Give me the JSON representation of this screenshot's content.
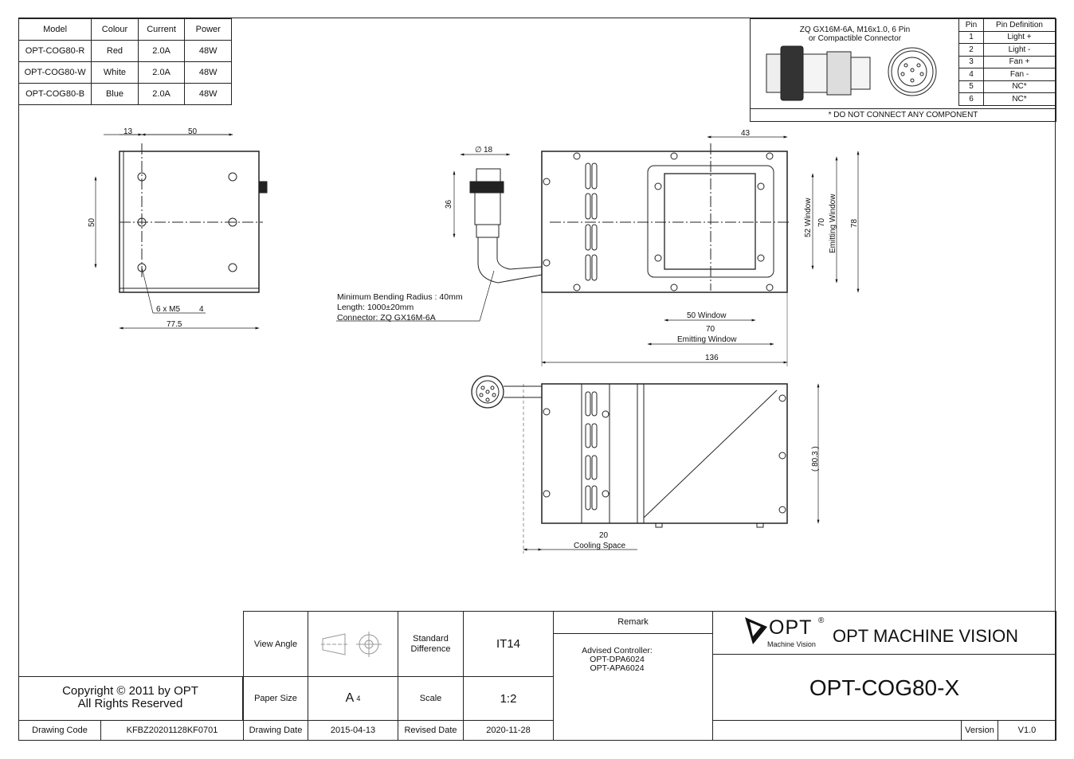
{
  "spec_table": {
    "headers": [
      "Model",
      "Colour",
      "Current",
      "Power"
    ],
    "rows": [
      [
        "OPT-COG80-R",
        "Red",
        "2.0A",
        "48W"
      ],
      [
        "OPT-COG80-W",
        "White",
        "2.0A",
        "48W"
      ],
      [
        "OPT-COG80-B",
        "Blue",
        "2.0A",
        "48W"
      ]
    ]
  },
  "connector": {
    "title_line1": "ZQ GX16M-6A, M16x1.0, 6 Pin",
    "title_line2": "or Compactible Connector",
    "note": "* DO NOT CONNECT ANY COMPONENT",
    "pin_headers": [
      "Pin",
      "Pin Definition"
    ],
    "pins": [
      [
        "1",
        "Light +"
      ],
      [
        "2",
        "Light -"
      ],
      [
        "3",
        "Fan +"
      ],
      [
        "4",
        "Fan -"
      ],
      [
        "5",
        "NC*"
      ],
      [
        "6",
        "NC*"
      ]
    ]
  },
  "drawing": {
    "side": {
      "dim_13": "13",
      "dim_50_top": "50",
      "dim_50_left": "50",
      "holes": "6 x M5",
      "hole_depth": "4",
      "width": "77.5"
    },
    "cable": {
      "dia_symbol": "∅",
      "dia": "18",
      "len_36": "36",
      "min_bend": "Minimum Bending Radius : 40mm",
      "length": "Length: 1000±20mm",
      "connector": "Connector: ZQ GX16M-6A"
    },
    "front": {
      "dim_43": "43",
      "win52": "52 Window",
      "dim70": "70",
      "emit_v": "Emitting Window",
      "dim78": "78",
      "win50": "50 Window",
      "dim70b": "70",
      "emit_h": "Emitting Window",
      "dim136": "136"
    },
    "bottom": {
      "dim803": "( 80.3 )",
      "dim20": "20",
      "cooling": "Cooling Space"
    }
  },
  "title_block": {
    "view_angle_label": "View Angle",
    "standard_label": "Standard Difference",
    "standard_value": "IT14",
    "remark_label": "Remark",
    "remark_l1": "Advised Controller:",
    "remark_l2": "OPT-DPA6024",
    "remark_l3": "OPT-APA6024",
    "logo_text": "OPT",
    "logo_reg": "®",
    "logo_sub": "Machine Vision",
    "company": "OPT MACHINE VISION",
    "copyright_l1": "Copyright © 2011 by OPT",
    "copyright_l2": "All Rights Reserved",
    "paper_size_label": "Paper Size",
    "paper_size_value": "A",
    "paper_size_sub": "4",
    "scale_label": "Scale",
    "scale_value": "1:2",
    "part_number": "OPT-COG80-X",
    "drawing_code_label": "Drawing Code",
    "drawing_code_value": "KFBZ20201128KF0701",
    "drawing_date_label": "Drawing Date",
    "drawing_date_value": "2015-04-13",
    "revised_date_label": "Revised Date",
    "revised_date_value": "2020-11-28",
    "version_label": "Version",
    "version_value": "V1.0"
  }
}
